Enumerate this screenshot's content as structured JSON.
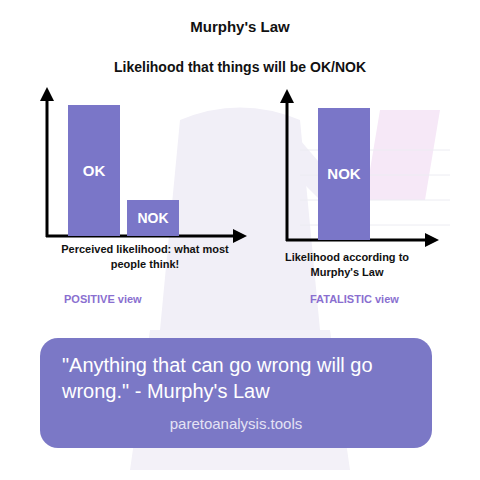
{
  "diagram": {
    "title": "Murphy's Law",
    "nodes": [
      {
        "text": [
          "OK"
        ]
      },
      {
        "text": [
          "NOK"
        ]
      },
      {
        "text": [
          "NOK"
        ]
      },
      {
        "text": [
          "\"Anything that can go wrong will go wrong.\" - Murphy's Law",
          "paretoanalysis.tools"
        ]
      }
    ],
    "edges": [
      {
        "from": 1,
        "to": 2,
        "arrow": "to"
      }
    ],
    "labels": [
      "Likelihood that things will be OK/NOK",
      "Perceived likelihood: what most people think!",
      "POSITIVE view",
      "Likelihood according to Murphy's Law",
      "FATALISTIC view"
    ]
  }
}
